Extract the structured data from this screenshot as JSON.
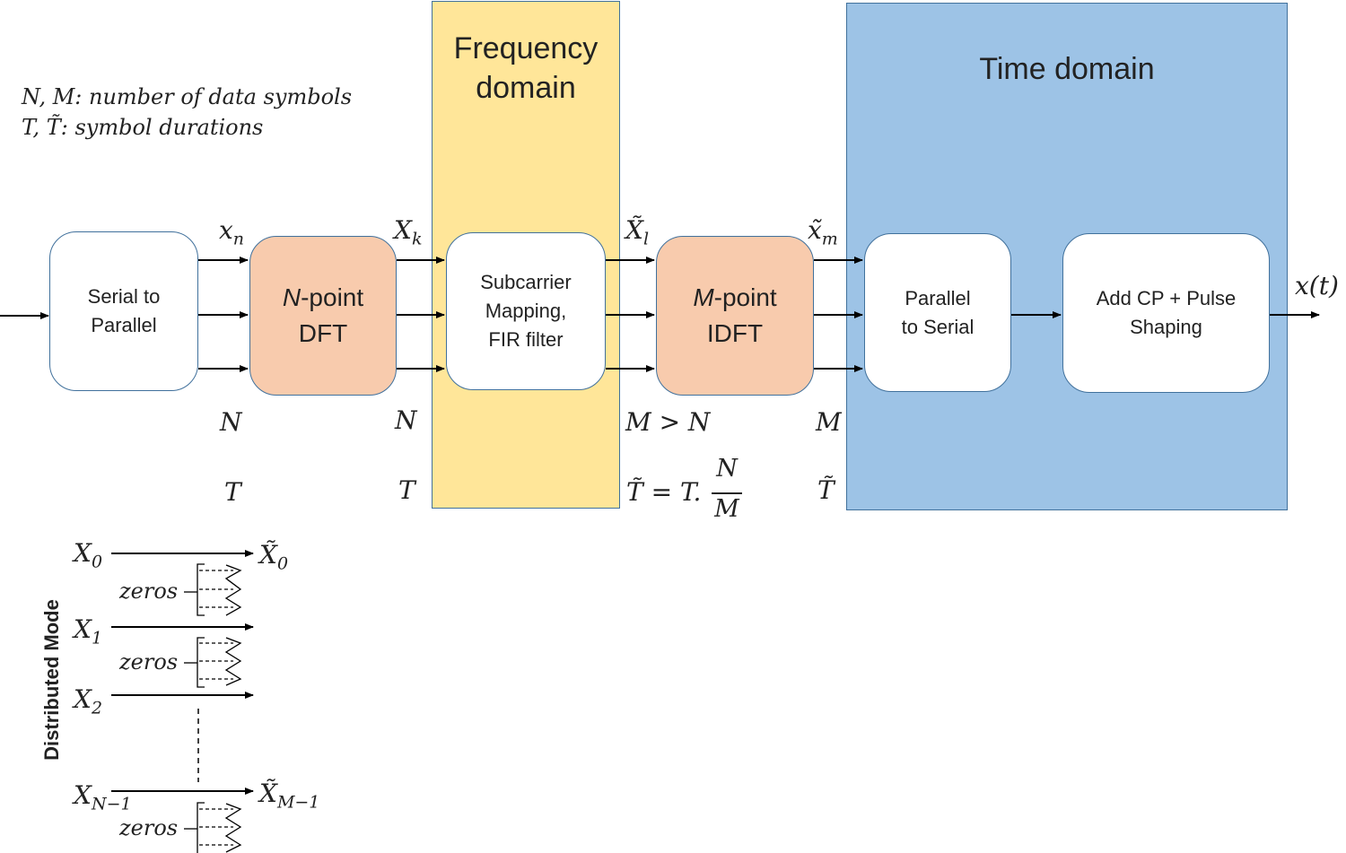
{
  "legend": {
    "line1": "N, M: number of data symbols",
    "line2": "T, T̃: symbol durations"
  },
  "regions": {
    "frequency": {
      "label": "Frequency\ndomain",
      "color": "#ffe699"
    },
    "time": {
      "label": "Time domain",
      "color": "#9dc3e6"
    }
  },
  "blocks": {
    "s2p": "Serial to\nParallel",
    "dft": {
      "prefix": "N",
      "rest": "-point",
      "second": "DFT"
    },
    "mapping": "Subcarrier\nMapping,\nFIR filter",
    "idft": {
      "prefix": "M",
      "rest": "-point",
      "second": "IDFT"
    },
    "p2s": "Parallel\nto Serial",
    "cp": "Add CP + Pulse\nShaping"
  },
  "signals": {
    "xn": {
      "base": "x",
      "sub": "n"
    },
    "Xk": {
      "base": "X",
      "sub": "k"
    },
    "Xl": {
      "base": "X̃",
      "sub": "l"
    },
    "xm": {
      "base": "x̃",
      "sub": "m"
    },
    "xt": "x(t)"
  },
  "dims": {
    "n1": "N",
    "n2": "N",
    "mn": "M > N",
    "m": "M",
    "t1": "T",
    "t2": "T",
    "t3_lhs": "T̃ = T.",
    "t3_num": "N",
    "t3_den": "M",
    "t4": "T̃"
  },
  "mode": {
    "title": "Distributed Mode",
    "zeros": "zeros",
    "X0": {
      "base": "X",
      "sub": "0"
    },
    "X0t": {
      "base": "X̃",
      "sub": "0"
    },
    "X1": {
      "base": "X",
      "sub": "1"
    },
    "X2": {
      "base": "X",
      "sub": "2"
    },
    "XN1": {
      "base": "X",
      "sub": "N−1"
    },
    "XM1": {
      "base": "X̃",
      "sub": "M−1"
    }
  },
  "colors": {
    "peach": "#f8cbad",
    "border": "#41719c",
    "frequency": "#ffe699",
    "time": "#9dc3e6"
  }
}
